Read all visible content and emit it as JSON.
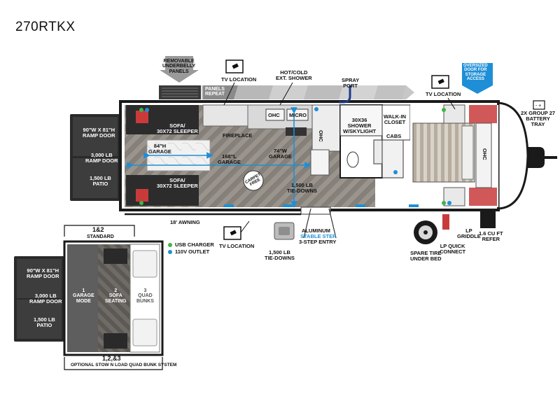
{
  "model": "270RTKX",
  "labels": {
    "underbelly": "REMOVABLE\nUNDERBELLY\nPANELS",
    "panels_repeat": "PANELS\nREPEAT",
    "tv_location_top": "TV LOCATION",
    "hot_cold_shower": "HOT/COLD\nEXT. SHOWER",
    "spray_port": "SPRAY\nPORT",
    "tv_location_bedroom": "TV LOCATION",
    "oversized_door": "OVERSIZED\nDOOR FOR\nSTORAGE\nACCESS",
    "battery_tray": "2X GROUP 27\nBATTERY\nTRAY",
    "ramp_door_size": "90\"W x 81\"H\nRAMP DOOR",
    "ramp_door_weight": "3,000 LB\nRAMP DOOR",
    "patio": "1,500 LB\nPATIO",
    "sofa_top": "SOFA/\n30x72 SLEEPER",
    "sofa_bottom": "SOFA/\n30x72 SLEEPER",
    "garage_84": "84\"H\nGARAGE",
    "garage_168": "168\"L\nGARAGE",
    "garage_74": "74\"W\nGARAGE",
    "fireplace": "FIREPLACE",
    "ohc": "OHC",
    "micro": "MICRO",
    "ohc_vertical": "OHC",
    "shower": "30x36\nSHOWER\nw/SKYLIGHT",
    "walk_in_closet": "WALK-IN\nCLOSET",
    "cabs": "CABS",
    "ohc_front": "OHC",
    "tie_downs_floor": "1,500 LB\nTIE-DOWNS",
    "carpet_free": "CARPET\nFREE",
    "awning": "18' AWNING",
    "tv_location_bottom": "TV LOCATION",
    "tie_downs_bottom": "1,500 LB\nTIE-DOWNS",
    "entry_step_1": "ALUMINUM",
    "entry_step_2": "STABLE STEP",
    "entry_step_3": "3-STEP ENTRY",
    "spare_tire": "SPARE TIRE\nUNDER BED",
    "lp_griddle": "LP\nGRIDDLE",
    "lp_quick": "LP QUICK\nCONNECT",
    "refer": "1.6 CU FT\nREFER",
    "usb_charger": "USB CHARGER",
    "outlet_110v": "110V OUTLET"
  },
  "inset": {
    "top_heading": "1&2",
    "top_sub": "STANDARD",
    "mode1": "1\nGARAGE\nMODE",
    "mode2": "2\nSOFA\nSEATING",
    "mode3": "3\nQUAD\nBUNKS",
    "bottom_heading": "1,2,&3",
    "bottom_sub": "OPTIONAL STOW N LOAD QUAD BUNK SYSTEM",
    "ramp_door_size": "90\"W x 81\"H\nRAMP DOOR",
    "ramp_door_weight": "3,000 LB\nRAMP DOOR",
    "patio": "1,500 LB\nPATIO"
  },
  "colors": {
    "accent_blue": "#1e8fd6",
    "usb_green": "#3cb54a",
    "outlet_blue": "#1e8fd6",
    "dark": "#2a2a2a",
    "floor": "#8e8a85"
  }
}
